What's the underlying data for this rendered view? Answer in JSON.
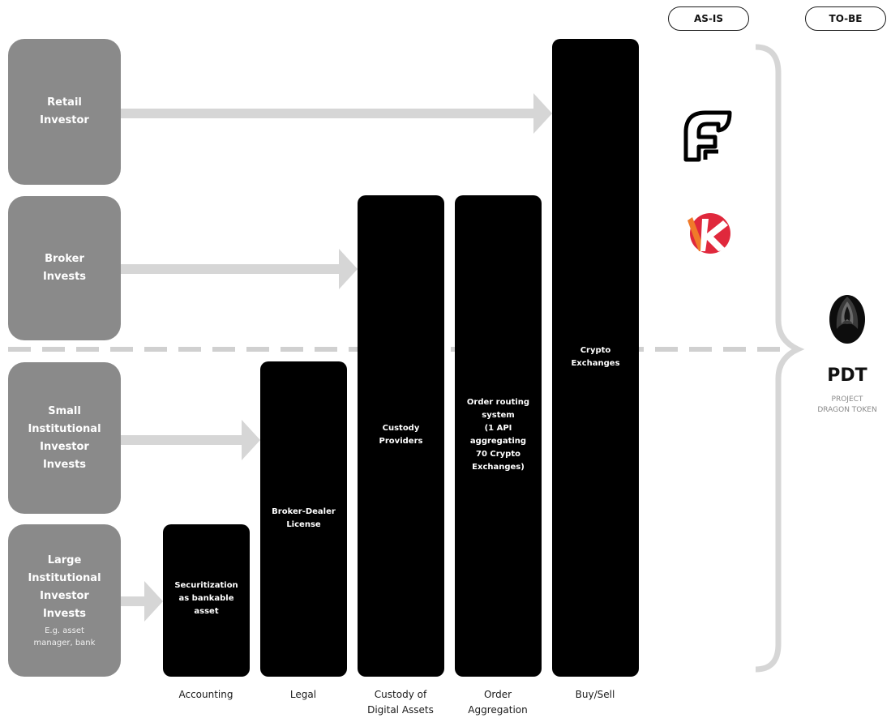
{
  "legend": {
    "as_is": "AS-IS",
    "to_be": "TO-BE"
  },
  "investors": [
    {
      "name": "Retail\nInvestor",
      "sub": ""
    },
    {
      "name": "Broker\nInvests",
      "sub": ""
    },
    {
      "name": "Small\nInstitutional\nInvestor\nInvests",
      "sub": ""
    },
    {
      "name": "Large\nInstitutional\nInvestor\nInvests",
      "sub": "E.g. asset\nmanager, bank"
    }
  ],
  "columns": [
    {
      "text": "Securitization\nas bankable\nasset",
      "label": "Accounting"
    },
    {
      "text": "Broker-Dealer\nLicense",
      "label": "Legal"
    },
    {
      "text": "Custody\nProviders",
      "label": "Custody of\nDigital Assets"
    },
    {
      "text": "Order routing\nsystem\n(1 API\naggregating\n70 Crypto\nExchanges)",
      "label": "Order\nAggregation"
    },
    {
      "text": "Crypto\nExchanges",
      "label": "Buy/Sell"
    }
  ],
  "to_be": {
    "title": "PDT",
    "subtitle": "PROJECT\nDRAGON TOKEN"
  },
  "icons": {
    "as_is_logo_1": "f-logo-icon",
    "as_is_logo_2": "k-logo-icon",
    "to_be_logo": "dragon-egg-icon"
  },
  "colors": {
    "investor_box": "#8a8a8a",
    "column": "#000000",
    "arrow": "#d6d6d6",
    "k_logo": "#e0283c"
  }
}
